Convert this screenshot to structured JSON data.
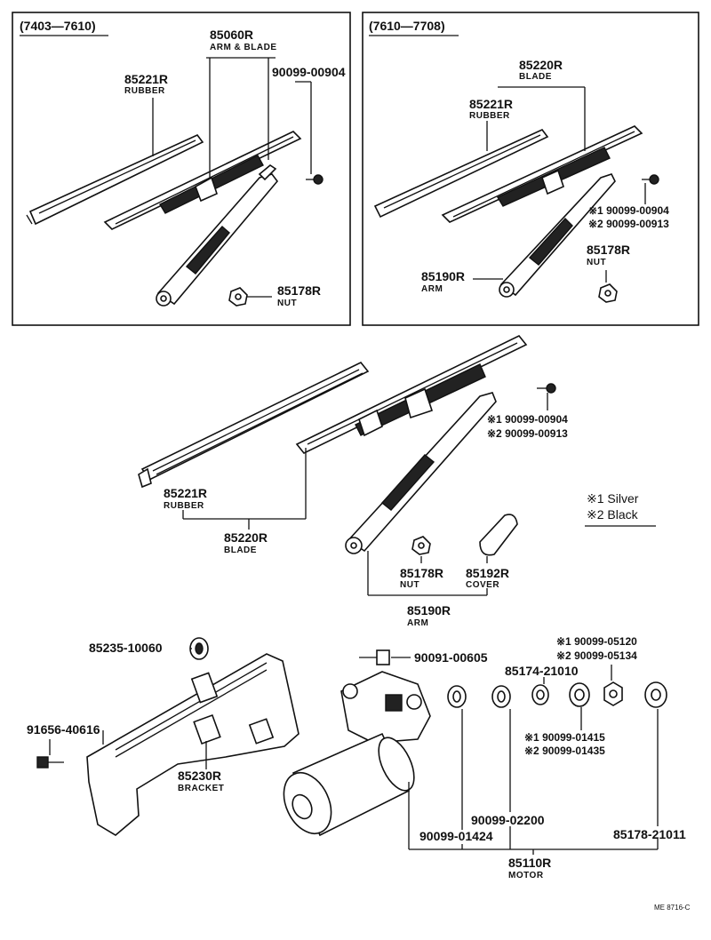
{
  "box_left": {
    "range": "(7403—7610)",
    "arm_blade": {
      "pn": "85060R",
      "name": "ARM & BLADE"
    },
    "rubber": {
      "pn": "85221R",
      "name": "RUBBER"
    },
    "bolt": {
      "pn": "90099-00904"
    },
    "nut": {
      "pn": "85178R",
      "name": "NUT"
    }
  },
  "box_right": {
    "range": "(7610—7708)",
    "blade": {
      "pn": "85220R",
      "name": "BLADE"
    },
    "rubber": {
      "pn": "85221R",
      "name": "RUBBER"
    },
    "bolt1": "※1 90099-00904",
    "bolt2": "※2 90099-00913",
    "nut": {
      "pn": "85178R",
      "name": "NUT"
    },
    "arm": {
      "pn": "85190R",
      "name": "ARM"
    }
  },
  "main": {
    "rubber": {
      "pn": "85221R",
      "name": "RUBBER"
    },
    "blade": {
      "pn": "85220R",
      "name": "BLADE"
    },
    "bolt1": "※1 90099-00904",
    "bolt2": "※2 90099-00913",
    "nut": {
      "pn": "85178R",
      "name": "NUT"
    },
    "cover": {
      "pn": "85192R",
      "name": "COVER"
    },
    "arm": {
      "pn": "85190R",
      "name": "ARM"
    }
  },
  "legend": {
    "item1": "※1 Silver",
    "item2": "※2 Black"
  },
  "motor_group": {
    "grommet": "85235-10060",
    "bolt_left": "91656-40616",
    "bracket": {
      "pn": "85230R",
      "name": "BRACKET"
    },
    "bolt_top": "90091-00605",
    "part_85174": "85174-21010",
    "nut_top1": "※1 90099-05120",
    "nut_top2": "※2 90099-05134",
    "washer1": "※1 90099-01415",
    "washer2": "※2 90099-01435",
    "part_02200": "90099-02200",
    "part_01424": "90099-01424",
    "part_21011": "85178-21011",
    "motor": {
      "pn": "85110R",
      "name": "MOTOR"
    }
  },
  "footer": {
    "code": "ME 8716-C"
  }
}
